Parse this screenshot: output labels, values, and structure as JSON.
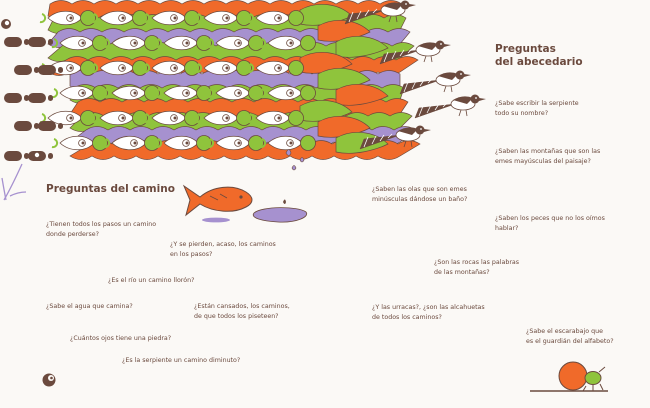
{
  "right_title": "Preguntas\ndel abecedario",
  "left_title": "Preguntas del camino",
  "right_questions": [
    "¿Sabe escribir la serpiente\ntodo su nombre?",
    "¿Saben las montañas que son las\nemes mayúsculas del paisaje?",
    "¿Saben las olas que son emes\nminúsculas dándose un baño?",
    "¿Saben los peces que no los oímos\nhablar?",
    "¿Son las rocas las palabras\nde las montañas?",
    "¿Y las urracas?, ¿son las alcahuetas\nde todos los caminos?",
    "¿Sabe el escarabajo que\nes el guardián del alfabeto?"
  ],
  "left_questions": [
    "¿Tienen todos los pasos un camino\ndonde perderse?",
    "¿Y se pierden, acaso, los caminos\nen los pasos?",
    "¿Es el río un camino llorón?",
    "¿Sabe el agua que camina?",
    "¿Están cansados, los caminos,\nde que todos los piseteen?",
    "¿Cuántos ojos tiene una piedra?",
    "¿Es la serpiente un camino diminuto?"
  ],
  "colors": {
    "text": "#6b4a3e",
    "orange": "#f06a2a",
    "green": "#8fc43c",
    "lavender": "#a691cf",
    "brown": "#6b4a3e",
    "background": "#fbf9f6"
  }
}
